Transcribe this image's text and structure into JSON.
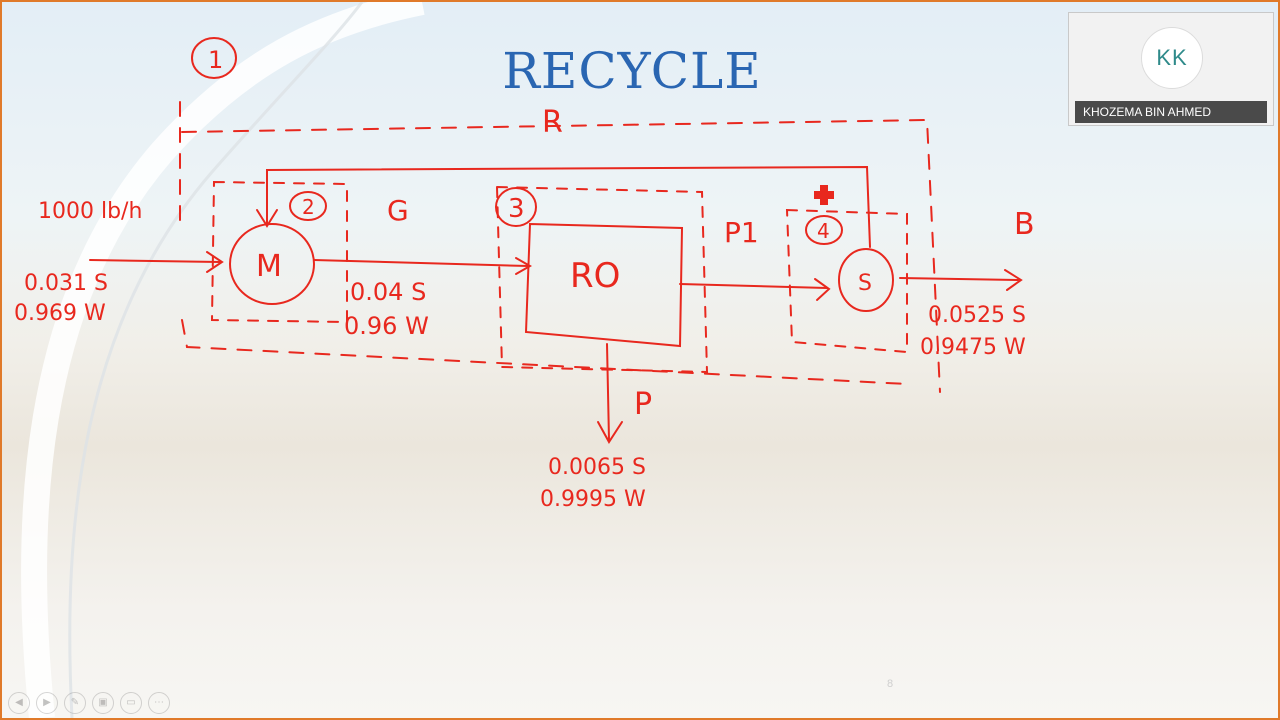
{
  "slide": {
    "title": "RECYCLE",
    "page_number": "8"
  },
  "participant": {
    "initials": "KK",
    "name": "KHOZEMA BIN AHMED"
  },
  "diagram": {
    "nodes": {
      "mixer": "M",
      "reactor": "RO",
      "splitter": "S"
    },
    "circled_numbers": [
      "1",
      "2",
      "3",
      "4"
    ],
    "stream_labels": {
      "recycle": "R",
      "mixed": "G",
      "product_1": "P1",
      "permeate": "P",
      "bleed": "B"
    },
    "feed": {
      "rate": "1000 lb/h",
      "salt": "0.031 S",
      "water": "0.969 W"
    },
    "mixed_stream": {
      "salt": "0.04 S",
      "water": "0.96 W"
    },
    "bleed_stream": {
      "salt": "0.0525 S",
      "water": "0.9475 W"
    },
    "permeate_stream": {
      "salt": "0.0065 S",
      "water": "0.9995 W"
    }
  },
  "controls": {
    "icons": [
      "prev-icon",
      "next-icon",
      "pen-icon",
      "slides-icon",
      "screen-icon",
      "more-icon"
    ],
    "accent_ink": "#e8281e",
    "title_color": "#2a66b2"
  }
}
